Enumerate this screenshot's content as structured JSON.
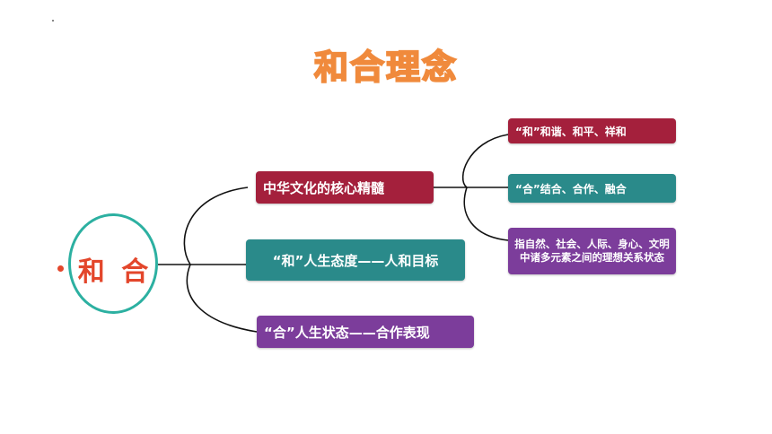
{
  "title": "和合理念",
  "center": "和 合",
  "branches": [
    {
      "label": "中华文化的核心精髓",
      "color": "#a4203c"
    },
    {
      "label": "“和”人生态度——人和目标",
      "color": "#2a8a8a"
    },
    {
      "label": "“合”人生状态——合作表现",
      "color": "#7c3d9b"
    }
  ],
  "leaves": [
    {
      "label": "“和”和谐、和平、祥和",
      "color": "#a4203c"
    },
    {
      "label": "“合”结合、合作、融合",
      "color": "#2a8a8a"
    },
    {
      "label": "指自然、社会、人际、身心、文明中诸多元素之间的理想关系状态",
      "color": "#7c3d9b"
    }
  ],
  "colors": {
    "title_outline": "#f08a3c",
    "center_ring": "#2cb0a1",
    "center_text": "#e3462b"
  }
}
